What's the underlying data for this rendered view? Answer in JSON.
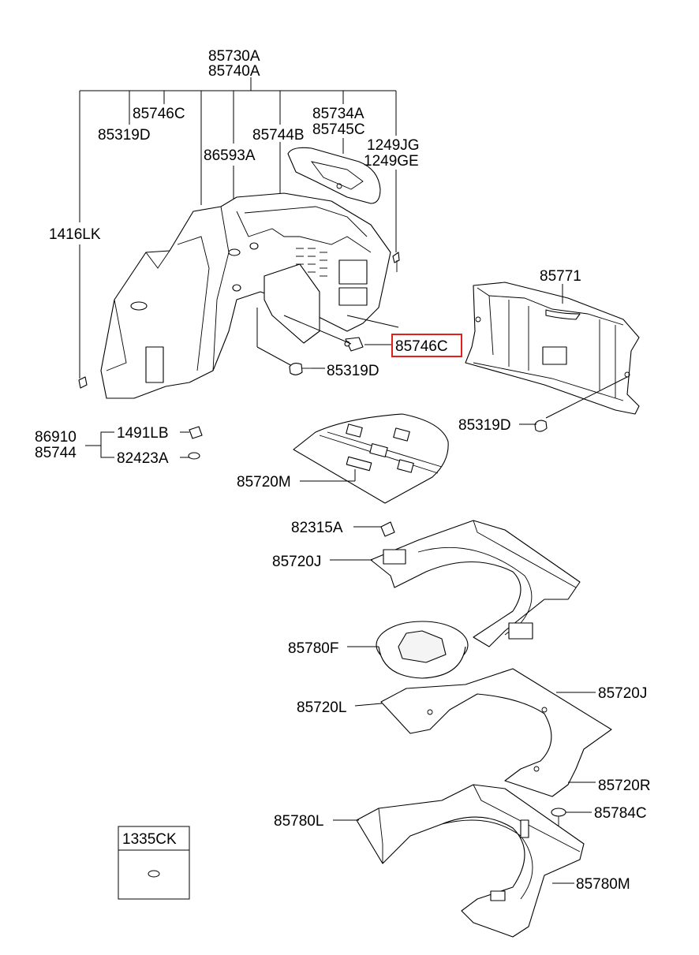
{
  "diagram": {
    "highlighted_part": "85746C",
    "highlight_color": "#e0201b",
    "labels": {
      "p85730A": "85730A",
      "p85740A": "85740A",
      "p85746C_top": "85746C",
      "p85319D_top": "85319D",
      "p85734A": "85734A",
      "p85745C": "85745C",
      "p85744B": "85744B",
      "p1249JG": "1249JG",
      "p1249GE": "1249GE",
      "p86593A": "86593A",
      "p1416LK": "1416LK",
      "p85771": "85771",
      "p85746C_hl": "85746C",
      "p85319D_mid": "85319D",
      "p85319D_right": "85319D",
      "p86910": "86910",
      "p85744": "85744",
      "p1491LB": "1491LB",
      "p82423A": "82423A",
      "p85720M": "85720M",
      "p82315A": "82315A",
      "p85720J_left": "85720J",
      "p85780F": "85780F",
      "p85720L": "85720L",
      "p85720J_right": "85720J",
      "p85720R": "85720R",
      "p85780L": "85780L",
      "p85784C": "85784C",
      "p85780M": "85780M",
      "p1335CK": "1335CK"
    }
  }
}
